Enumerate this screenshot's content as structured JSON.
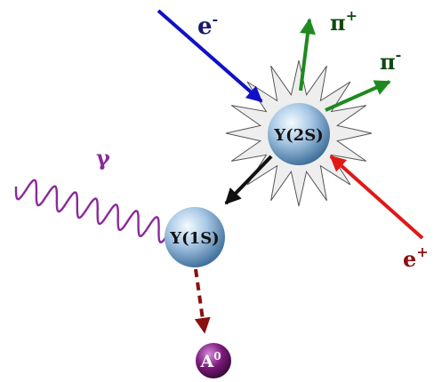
{
  "particles": {
    "upsilon_2s": "Υ(2S)",
    "upsilon_1s": "Υ(1S)",
    "a0": "A",
    "a0_sup": "0"
  },
  "labels": {
    "electron": "e",
    "electron_sup": "-",
    "positron": "e",
    "positron_sup": "+",
    "pion_plus": "π",
    "pion_plus_sup": "+",
    "pion_minus": "π",
    "pion_minus_sup": "-",
    "photon": "γ"
  },
  "colors": {
    "electron": "#1010c8",
    "positron": "#e01818",
    "pion": "#1e8a1e",
    "photon": "#8a2a9a",
    "transition": "#111111",
    "a0_decay": "#8a1010",
    "a0_fill": "#7a1a7a",
    "sphere": "#a9c9e6",
    "star_fill": "#eeeeee",
    "star_stroke": "#555555"
  }
}
